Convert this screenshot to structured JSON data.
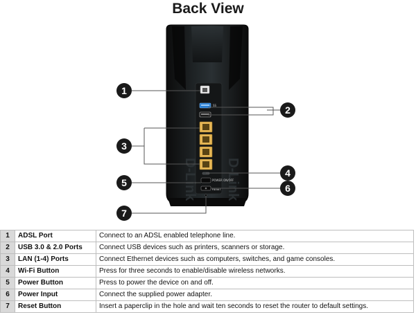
{
  "title": "Back View",
  "device": {
    "brand": "D-Link",
    "port_labels": {
      "usb_ss": "SS",
      "reset": "RESET",
      "power": "POWER ON/OFF"
    }
  },
  "callouts": [
    {
      "number": "1"
    },
    {
      "number": "2"
    },
    {
      "number": "3"
    },
    {
      "number": "4"
    },
    {
      "number": "5"
    },
    {
      "number": "6"
    },
    {
      "number": "7"
    }
  ],
  "table": {
    "rows": [
      {
        "number": "1",
        "name": "ADSL Port",
        "description": "Connect to an ADSL enabled telephone line."
      },
      {
        "number": "2",
        "name": "USB 3.0 & 2.0 Ports",
        "description": "Connect USB devices such as printers, scanners or storage."
      },
      {
        "number": "3",
        "name": "LAN (1-4) Ports",
        "description": "Connect Ethernet devices such as computers, switches, and game consoles."
      },
      {
        "number": "4",
        "name": "Wi-Fi Button",
        "description": "Press for three seconds to enable/disable wireless networks."
      },
      {
        "number": "5",
        "name": "Power Button",
        "description": "Press to power the device on and off."
      },
      {
        "number": "6",
        "name": "Power Input",
        "description": "Connect the supplied power adapter."
      },
      {
        "number": "7",
        "name": "Reset Button",
        "description": "Insert a paperclip in the hole and wait ten seconds to reset the router to default settings."
      }
    ]
  }
}
